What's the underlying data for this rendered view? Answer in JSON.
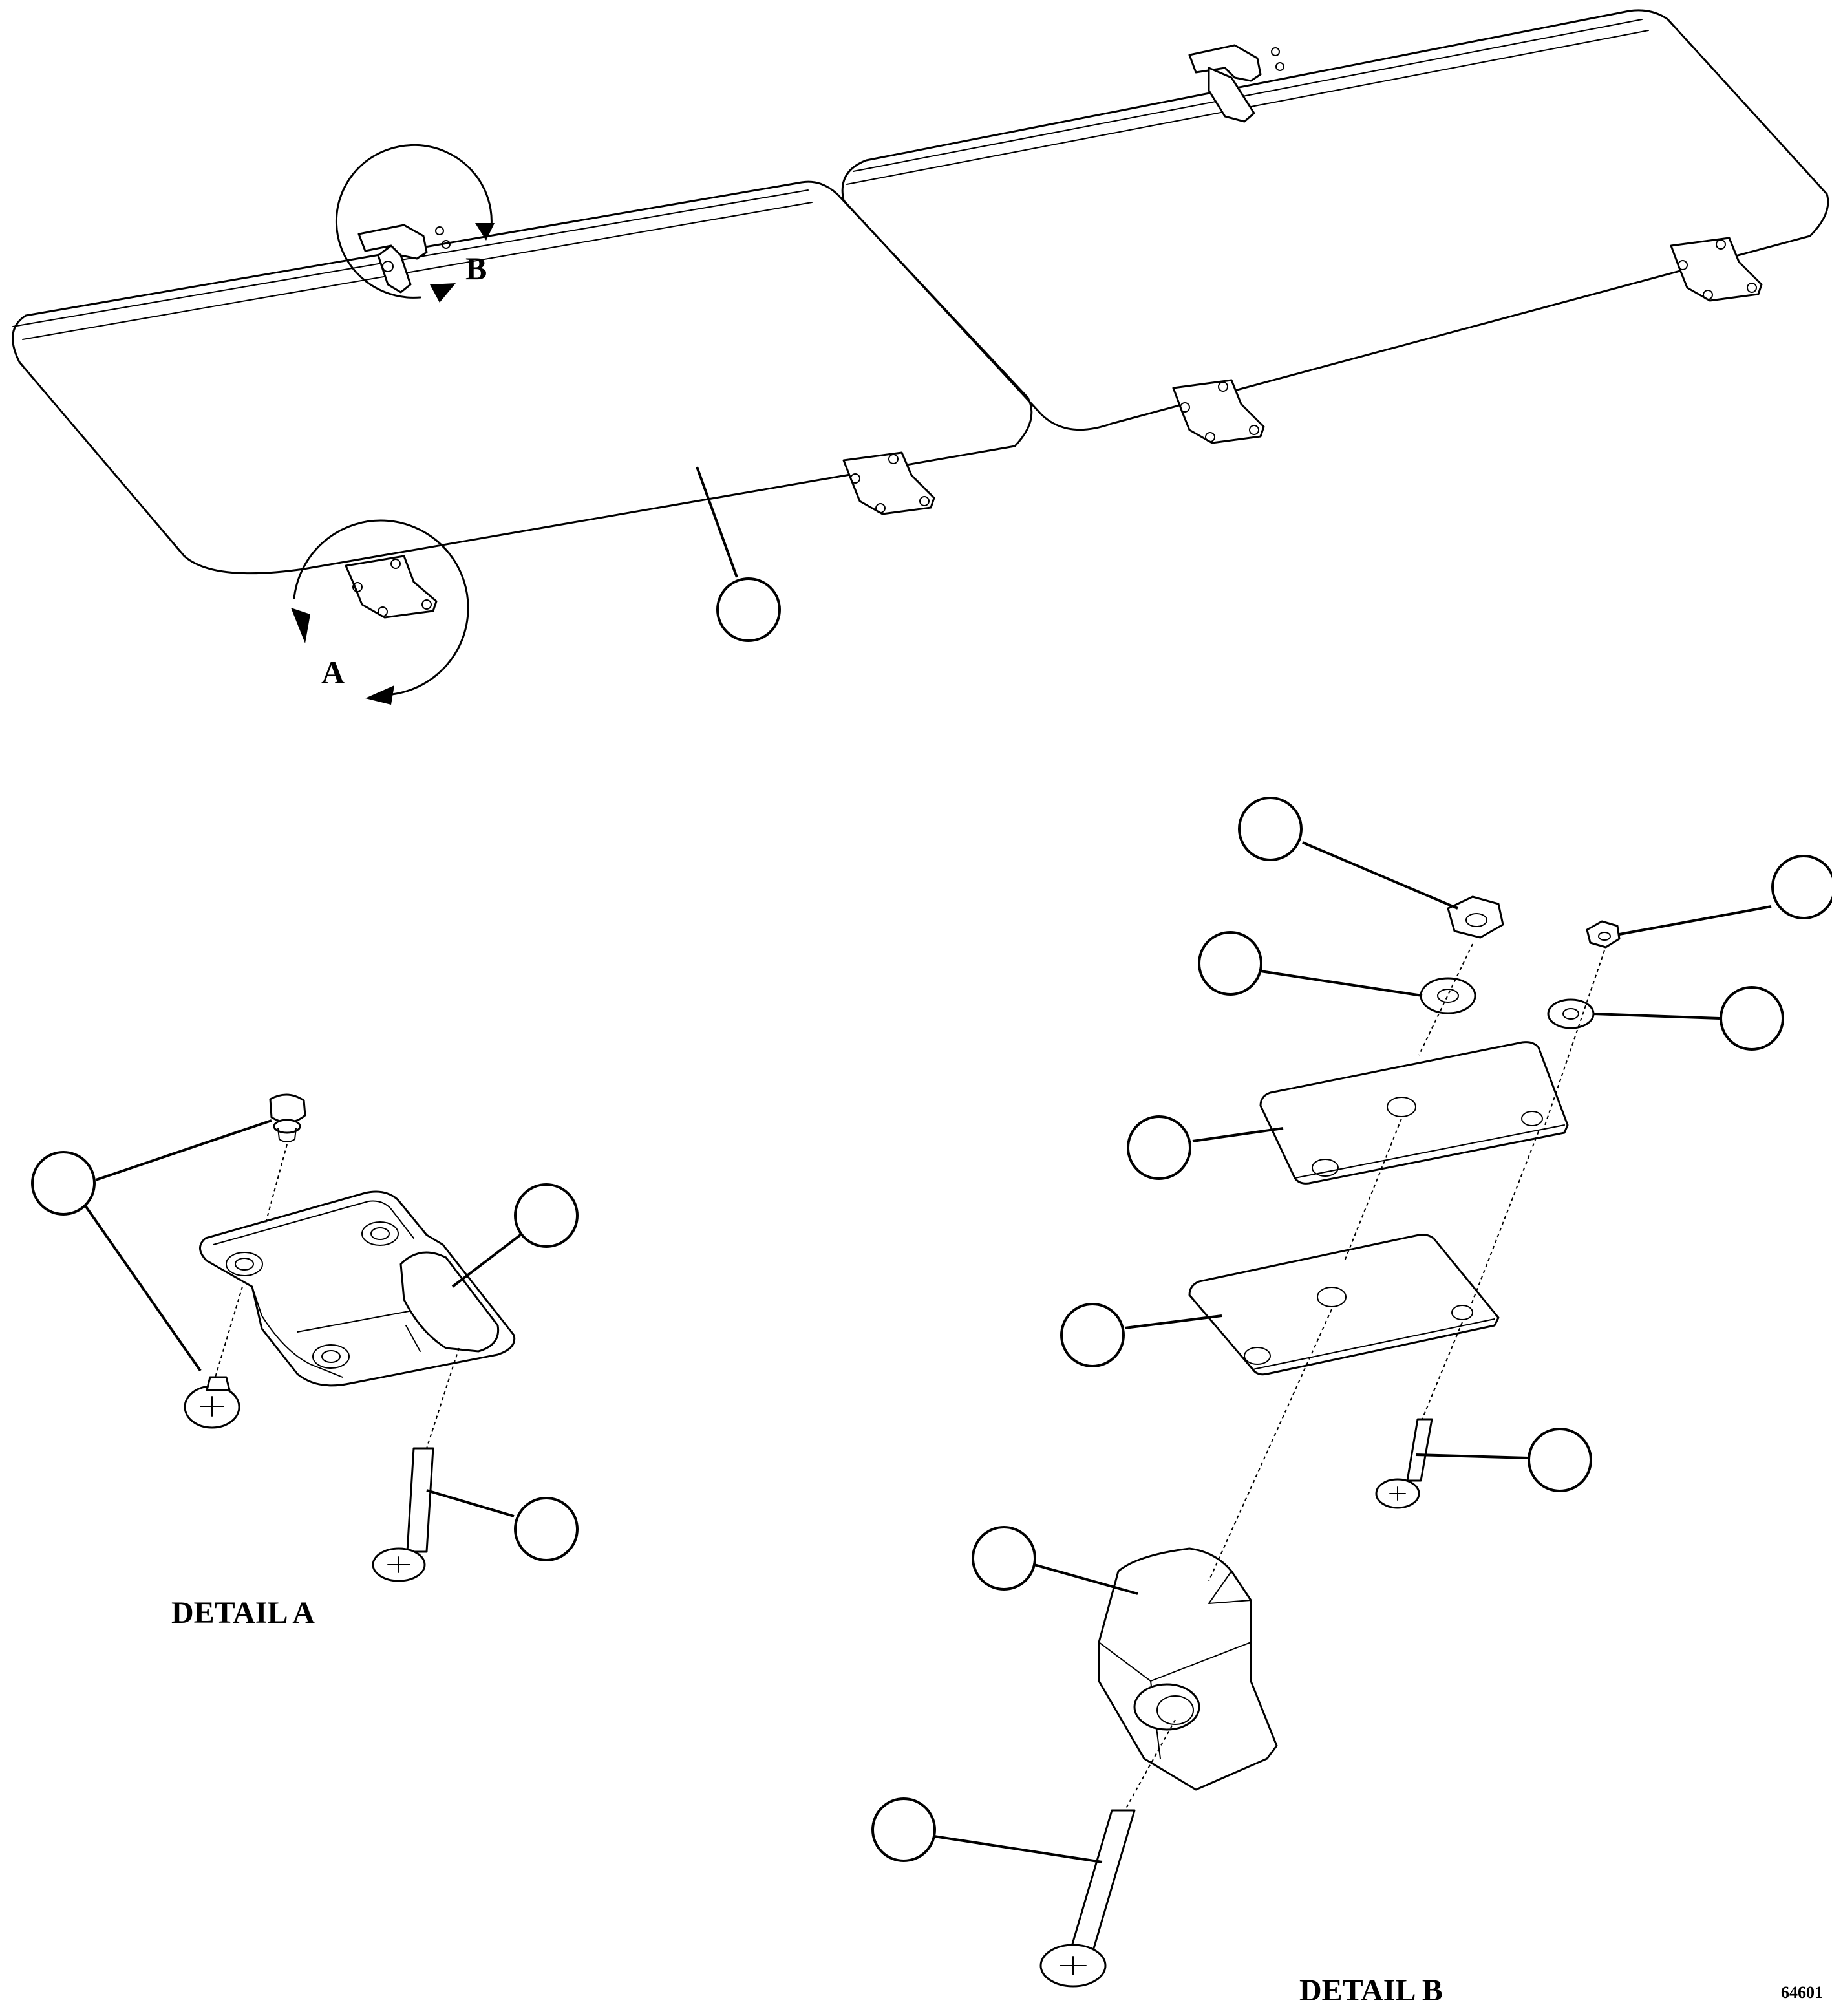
{
  "callouts": {
    "detail_a_marker": "A",
    "detail_b_marker": "B"
  },
  "details": {
    "a_title": "DETAIL A",
    "b_title": "DETAIL B"
  },
  "figure_number": "64601"
}
